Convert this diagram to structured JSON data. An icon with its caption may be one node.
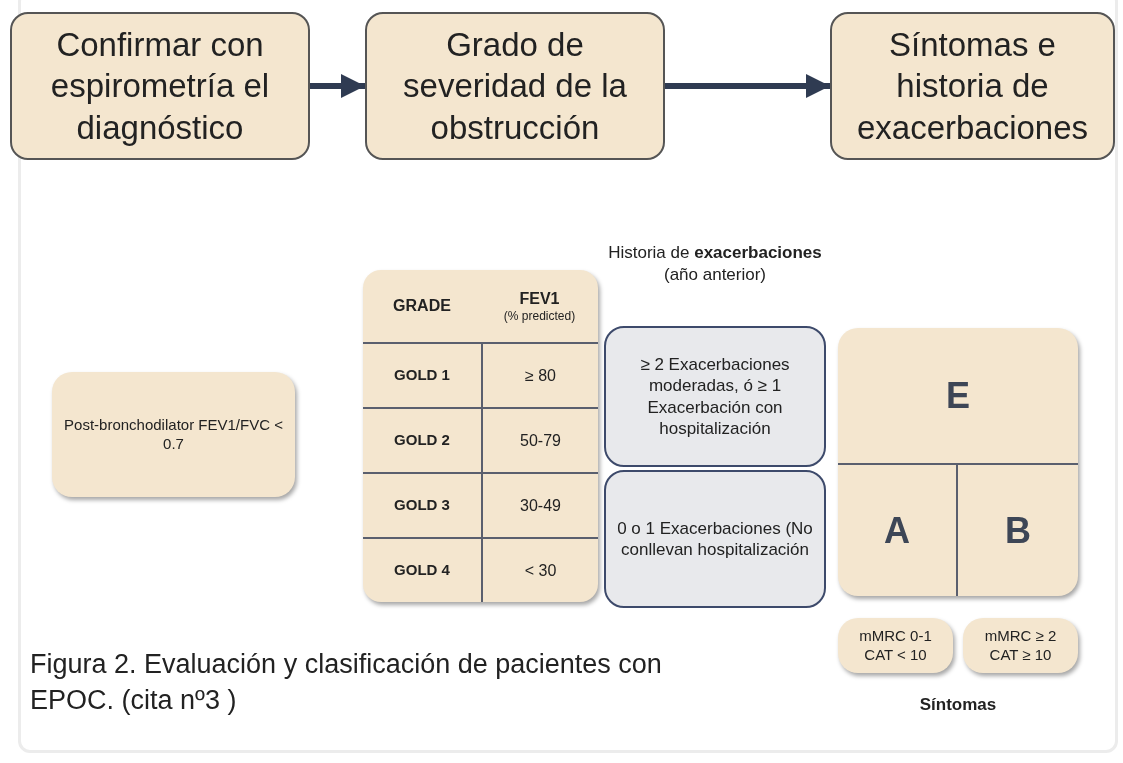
{
  "diagram": {
    "caption": "Figura 2. Evaluación y clasificación de pacientes con EPOC. (cita nº3 )",
    "nodes": [
      {
        "text": [
          "Confirmar con espirometría el diagnóstico"
        ]
      },
      {
        "text": [
          "Grado de severidad de la obstrucción"
        ]
      },
      {
        "text": [
          "Síntomas e historia de exacerbaciones"
        ]
      },
      {
        "text": [
          "Post-bronchodilator FEV1/FVC < 0.7"
        ]
      },
      {
        "text": [
          "GRADE",
          "FEV1",
          "(% predicted)",
          "GOLD 1",
          "≥ 80",
          "GOLD 2",
          "50-79",
          "GOLD 3",
          "30-49",
          "GOLD 4",
          "< 30"
        ]
      },
      {
        "text": [
          "≥ 2 Exacerbaciones moderadas, ó ≥ 1 Exacerbación con hospitalización"
        ]
      },
      {
        "text": [
          "0 o 1 Exacerbaciones (No conllevan hospitalización"
        ]
      },
      {
        "text": [
          "E",
          "A",
          "B"
        ]
      },
      {
        "text": [
          "mMRC 0-1 CAT < 10"
        ]
      },
      {
        "text": [
          "mMRC ≥ 2 CAT ≥ 10"
        ]
      }
    ],
    "edges": [
      {
        "from": 0,
        "to": 1,
        "arrow": "to"
      },
      {
        "from": 1,
        "to": 2,
        "arrow": "to"
      }
    ],
    "labels": [
      "Historia de **exacerbaciones** (año anterior)",
      "Síntomas"
    ]
  }
}
